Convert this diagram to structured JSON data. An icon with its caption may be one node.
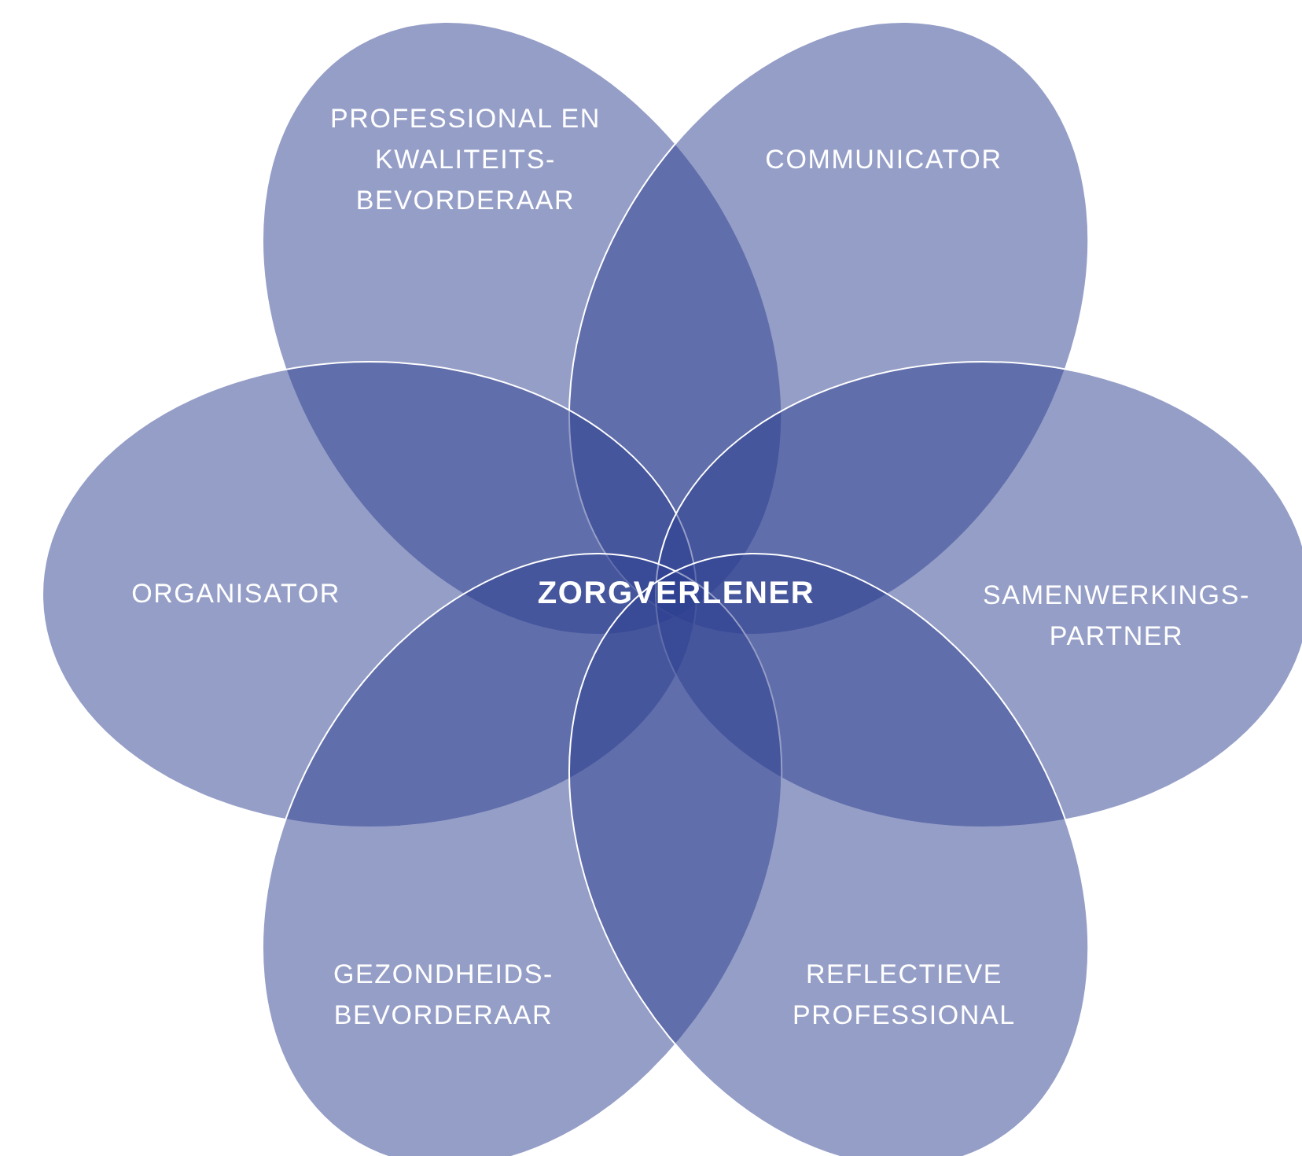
{
  "diagram": {
    "nodes": [
      {
        "text": [
          "PROFESSIONAL EN KWALITEITS- BEVORDERAAR"
        ]
      },
      {
        "text": [
          "COMMUNICATOR"
        ]
      },
      {
        "text": [
          "ORGANISATOR"
        ]
      },
      {
        "text": [
          "SAMENWERKINGS- PARTNER"
        ]
      },
      {
        "text": [
          "GEZONDHEIDS- BEVORDERAAR"
        ]
      },
      {
        "text": [
          "REFLECTIEVE PROFESSIONAL"
        ]
      }
    ],
    "labels": [
      "ZORGVERLENER"
    ]
  }
}
